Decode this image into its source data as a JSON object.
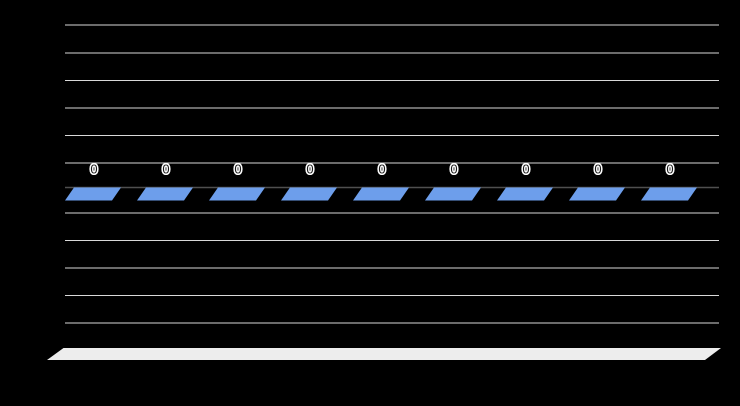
{
  "chart": {
    "background_color": "#000000",
    "bar_color": "#6d9eeb",
    "gridline_color": "#d9d9d9",
    "zero_line_color": "#4f4f4f",
    "floor_color": "#ededed",
    "data_label_color": "#1a1a1a",
    "data_label_halo_color": "#ffffff"
  },
  "chart_data": {
    "type": "bar",
    "subtype": "3d-column",
    "title": "",
    "xlabel": "",
    "ylabel": "",
    "series": [
      {
        "name": "",
        "values": [
          0,
          0,
          0,
          0,
          0,
          0,
          0,
          0,
          0
        ]
      }
    ],
    "data_labels": [
      "0",
      "0",
      "0",
      "0",
      "0",
      "0",
      "0",
      "0",
      "0"
    ],
    "num_bars": 9,
    "baseline_value": 0,
    "grid": true,
    "gridlines_above_zero": 6,
    "gridlines_below_zero": 5,
    "x_tick_labels_visible": false,
    "y_tick_labels_visible": false,
    "legend": "none"
  }
}
